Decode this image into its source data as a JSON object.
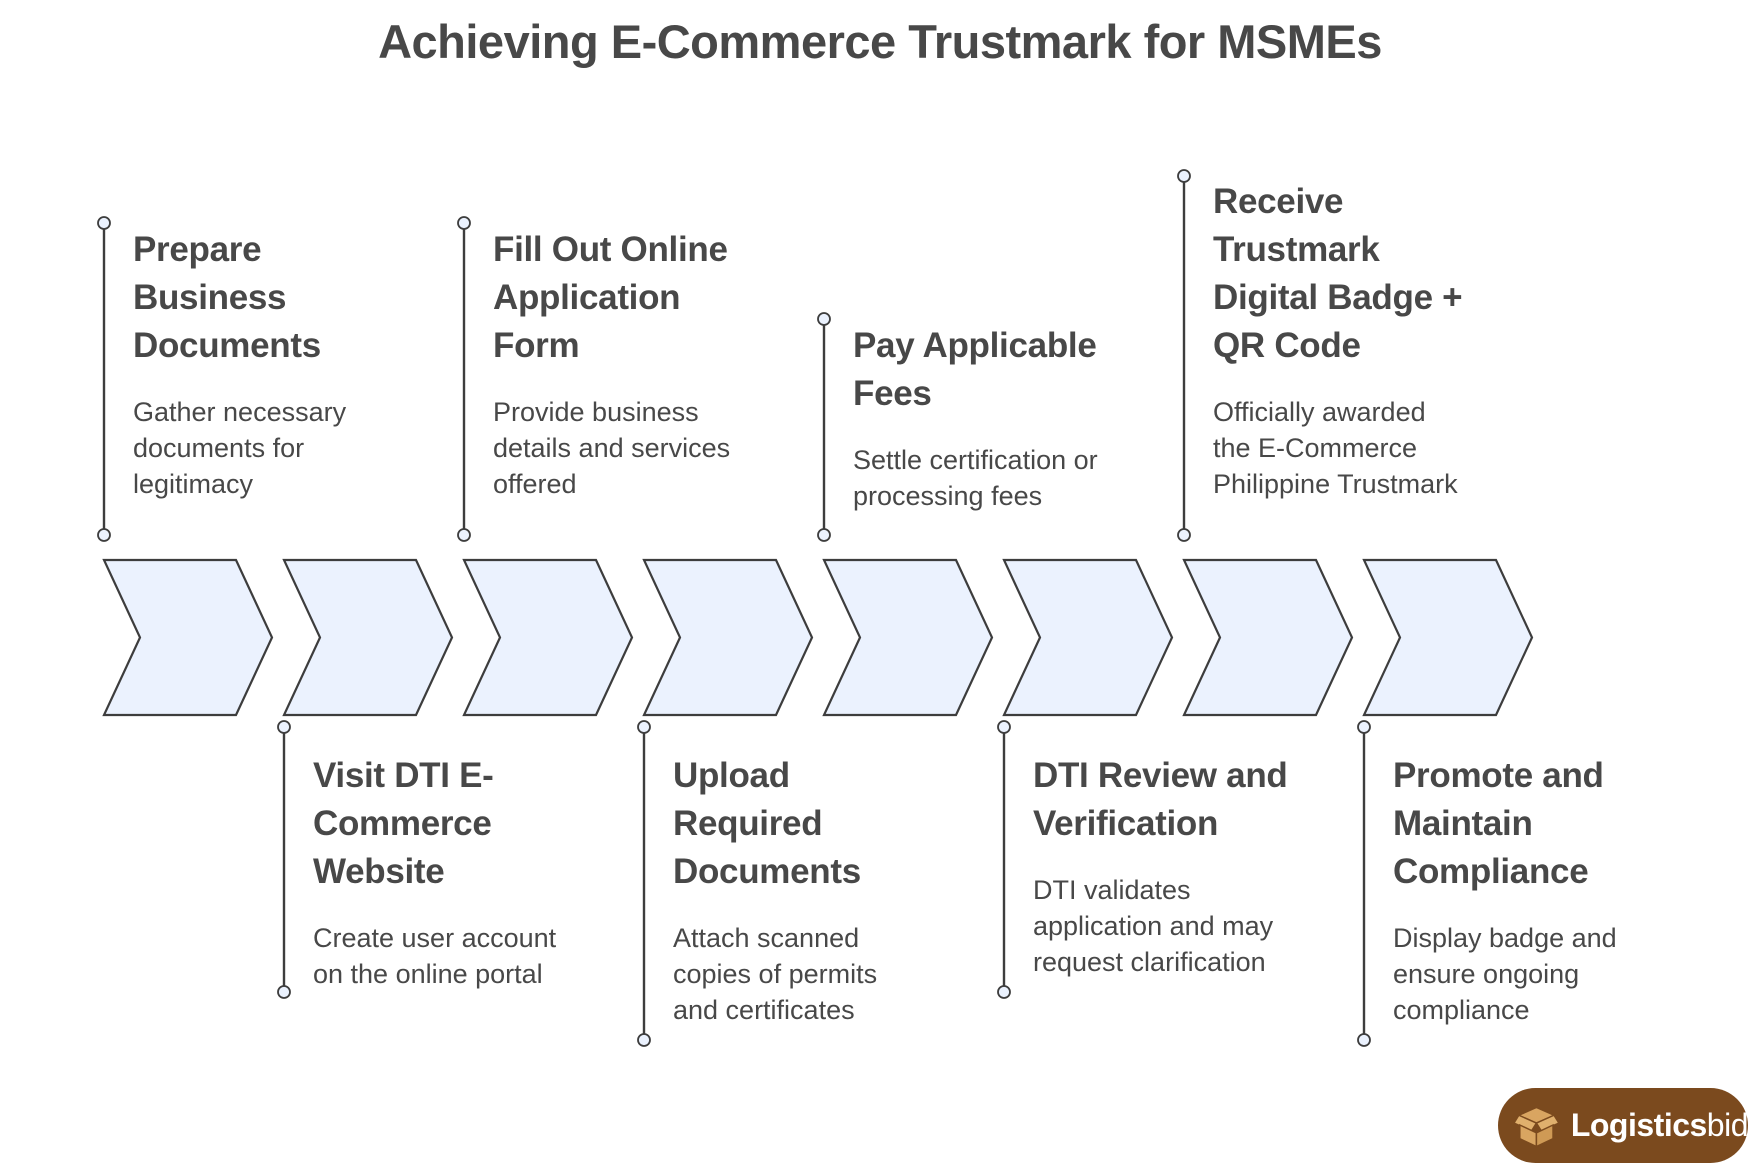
{
  "title": "Achieving E-Commerce Trustmark for MSMEs",
  "colors": {
    "text": "#484848",
    "chevron_fill": "#ebf2fe",
    "chevron_stroke": "#3d3d3d",
    "marker_fill": "#ebf2fe",
    "logo_bg": "#7b4a1e",
    "logo_icon": "#d9a561"
  },
  "steps": [
    {
      "position": "top",
      "title": "Prepare Business Documents",
      "title_lines": [
        "Prepare",
        "Business",
        "Documents"
      ],
      "description_lines": [
        "Gather necessary",
        "documents for",
        "legitimacy"
      ]
    },
    {
      "position": "bottom",
      "title": "Visit DTI E-Commerce Website",
      "title_lines": [
        "Visit DTI E-",
        "Commerce",
        "Website"
      ],
      "description_lines": [
        "Create user account",
        "on the online portal"
      ]
    },
    {
      "position": "top",
      "title": "Fill Out Online Application Form",
      "title_lines": [
        "Fill Out Online",
        "Application",
        "Form"
      ],
      "description_lines": [
        "Provide business",
        "details and services",
        "offered"
      ]
    },
    {
      "position": "bottom",
      "title": "Upload Required Documents",
      "title_lines": [
        "Upload",
        "Required",
        "Documents"
      ],
      "description_lines": [
        "Attach scanned",
        "copies of permits",
        "and certificates"
      ]
    },
    {
      "position": "top",
      "title": "Pay Applicable Fees",
      "title_lines": [
        "Pay Applicable",
        "Fees"
      ],
      "description_lines": [
        "Settle certification or",
        "processing fees"
      ]
    },
    {
      "position": "bottom",
      "title": "DTI Review and Verification",
      "title_lines": [
        "DTI Review and",
        "Verification"
      ],
      "description_lines": [
        "DTI validates",
        "application and may",
        "request clarification"
      ]
    },
    {
      "position": "top",
      "title": "Receive Trustmark Digital Badge + QR Code",
      "title_lines": [
        "Receive",
        "Trustmark",
        "Digital Badge +",
        "QR Code"
      ],
      "description_lines": [
        "Officially awarded",
        "the E-Commerce",
        "Philippine Trustmark"
      ]
    },
    {
      "position": "bottom",
      "title": "Promote and Maintain Compliance",
      "title_lines": [
        "Promote and",
        "Maintain",
        "Compliance"
      ],
      "description_lines": [
        "Display badge and",
        "ensure ongoing",
        "compliance"
      ]
    }
  ],
  "logo": {
    "bold": "Logistics",
    "light": "bid",
    "icon": "box-icon"
  }
}
